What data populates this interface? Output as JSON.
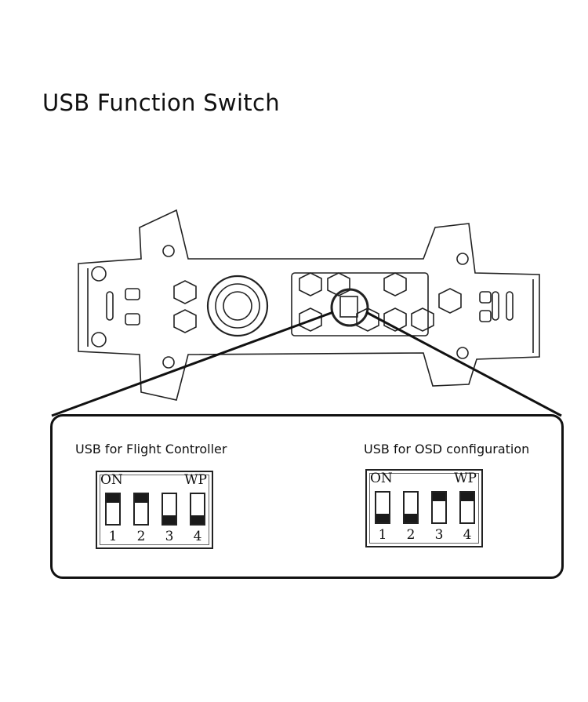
{
  "title": "USB Function Switch",
  "switch_labels": {
    "on": "ON",
    "wp": "WP"
  },
  "configurations": [
    {
      "label": "USB for Flight Controller",
      "switches": [
        {
          "number": "1",
          "position": "on"
        },
        {
          "number": "2",
          "position": "on"
        },
        {
          "number": "3",
          "position": "off"
        },
        {
          "number": "4",
          "position": "off"
        }
      ]
    },
    {
      "label": "USB for OSD configuration",
      "switches": [
        {
          "number": "1",
          "position": "off"
        },
        {
          "number": "2",
          "position": "off"
        },
        {
          "number": "3",
          "position": "on"
        },
        {
          "number": "4",
          "position": "on"
        }
      ]
    }
  ]
}
